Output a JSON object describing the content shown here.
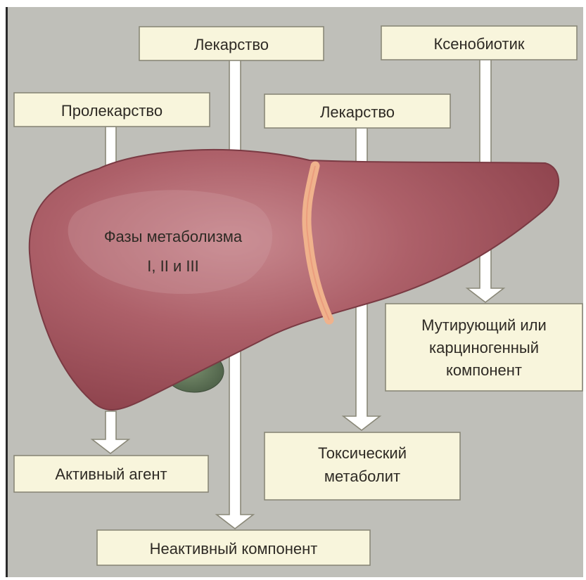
{
  "colors": {
    "background": "#bfbfb9",
    "label_box": "#f8f5dc",
    "liver": "#a2535d",
    "liver_highlight": "#c98a90",
    "ligament": "#f0b28c",
    "gallbladder": "#5e7458"
  },
  "labels": {
    "prodrug": "Пролекарство",
    "drug_1": "Лекарство",
    "drug_2": "Лекарство",
    "xenobiotic": "Ксенобиотик",
    "liver_line1": "Фазы метаболизма",
    "liver_line2": "I, II и III",
    "active_agent": "Активный агент",
    "inactive_component": "Неактивный компонент",
    "toxic_line1": "Токсический",
    "toxic_line2": "метаболит",
    "mutagen_line1": "Мутирующий или",
    "mutagen_line2": "карциногенный",
    "mutagen_line3": "компонент"
  }
}
